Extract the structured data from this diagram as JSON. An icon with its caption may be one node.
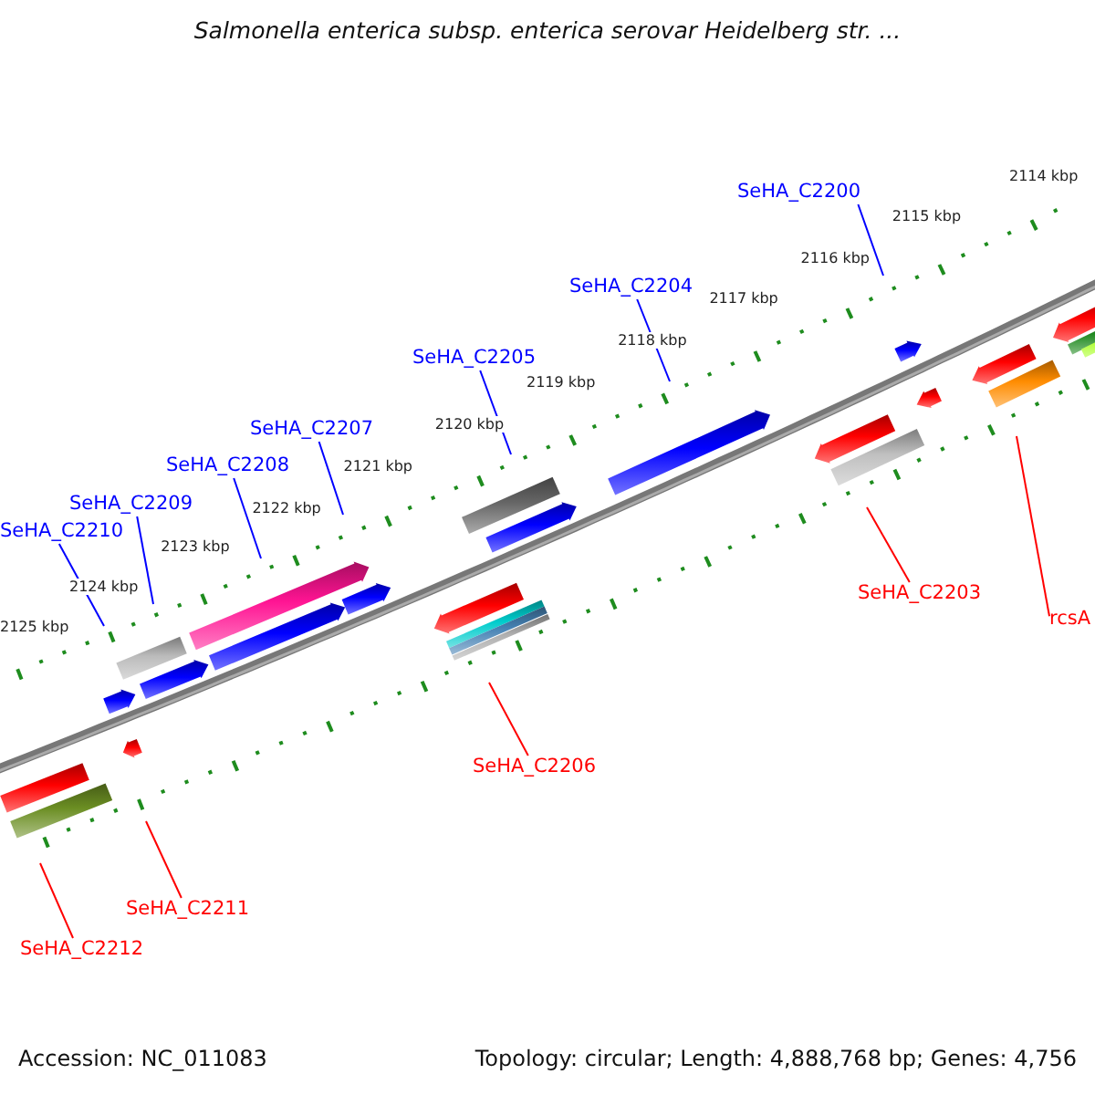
{
  "diagram": {
    "title": "Salmonella enterica subsp. enterica serovar Heidelberg str. ...",
    "nodes": [
      {
        "text": [
          "SeHA_C2200"
        ]
      },
      {
        "text": [
          "SeHA_C2204"
        ]
      },
      {
        "text": [
          "SeHA_C2205"
        ]
      },
      {
        "text": [
          "SeHA_C2207"
        ]
      },
      {
        "text": [
          "SeHA_C2208"
        ]
      },
      {
        "text": [
          "SeHA_C2209"
        ]
      },
      {
        "text": [
          "SeHA_C2210"
        ]
      },
      {
        "text": [
          "SeHA_C2203"
        ]
      },
      {
        "text": [
          "rcsA"
        ]
      },
      {
        "text": [
          "SeHA_C2206"
        ]
      },
      {
        "text": [
          "SeHA_C2211"
        ]
      },
      {
        "text": [
          "SeHA_C2212"
        ]
      }
    ],
    "edges": [
      {
        "from": 0,
        "to": null,
        "arrow": "none"
      },
      {
        "from": 1,
        "to": null,
        "arrow": "none"
      },
      {
        "from": 2,
        "to": null,
        "arrow": "none"
      },
      {
        "from": 3,
        "to": null,
        "arrow": "none"
      },
      {
        "from": 4,
        "to": null,
        "arrow": "none"
      },
      {
        "from": 5,
        "to": null,
        "arrow": "none"
      },
      {
        "from": 6,
        "to": null,
        "arrow": "none"
      },
      {
        "from": 7,
        "to": null,
        "arrow": "none",
        "color": "#ff0000"
      },
      {
        "from": 8,
        "to": null,
        "arrow": "none",
        "color": "#ff0000"
      },
      {
        "from": 9,
        "to": null,
        "arrow": "none",
        "color": "#ff0000"
      },
      {
        "from": 10,
        "to": null,
        "arrow": "none",
        "color": "#ff0000"
      },
      {
        "from": 11,
        "to": null,
        "arrow": "none",
        "color": "#ff0000"
      }
    ],
    "labels": [
      "2114 kbp",
      "2115 kbp",
      "2116 kbp",
      "2117 kbp",
      "2118 kbp",
      "2119 kbp",
      "2120 kbp",
      "2121 kbp",
      "2122 kbp",
      "2123 kbp",
      "2124 kbp",
      "2125 kbp",
      "Accession: NC_011083",
      "Topology: circular; Length: 4,888,768 bp; Genes: 4,756"
    ]
  }
}
